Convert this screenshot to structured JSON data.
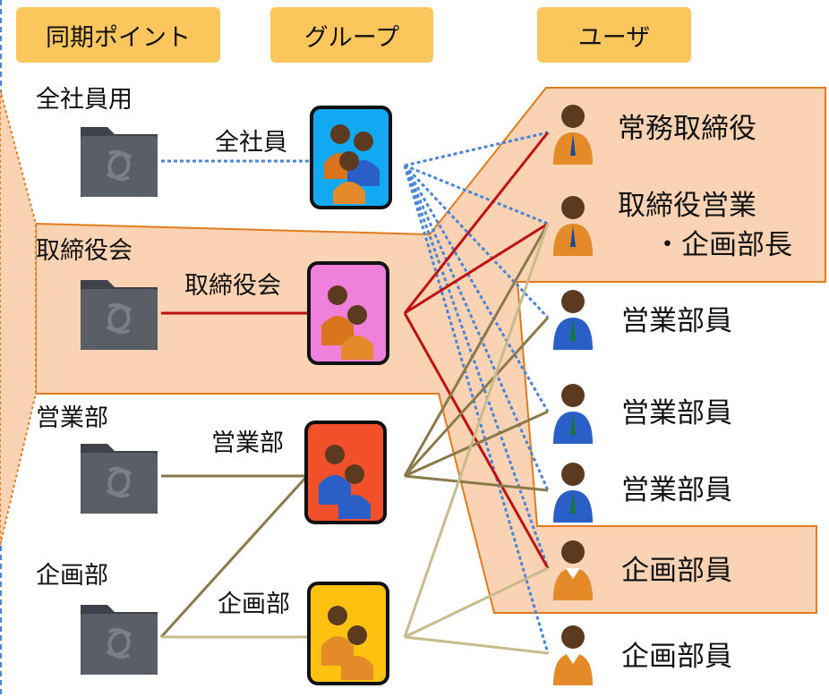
{
  "headers": {
    "sync_points": "同期ポイント",
    "groups": "グループ",
    "users": "ユーザ"
  },
  "sync_points": [
    {
      "label": "全社員用"
    },
    {
      "label": "取締役会"
    },
    {
      "label": "営業部"
    },
    {
      "label": "企画部"
    }
  ],
  "groups": [
    {
      "label": "全社員",
      "color": "#11aaf2"
    },
    {
      "label": "取締役会",
      "color": "#ef80dc"
    },
    {
      "label": "営業部",
      "color": "#f2502a"
    },
    {
      "label": "企画部",
      "color": "#fdc20f"
    }
  ],
  "users": [
    {
      "label": "常務取締役"
    },
    {
      "label_line1": "取締役営業",
      "label_line2": "・企画部長"
    },
    {
      "label": "営業部員"
    },
    {
      "label": "営業部員"
    },
    {
      "label": "営業部員"
    },
    {
      "label": "企画部員"
    },
    {
      "label": "企画部員"
    }
  ],
  "colors": {
    "header_bg": "#fbc75d",
    "highlight_fill": "#fad3b4",
    "highlight_border": "#e07b1e",
    "line_all": "#4a86d8",
    "line_board": "#c01010",
    "line_sales": "#8a7a4a",
    "line_planning": "#c8bb8e"
  }
}
